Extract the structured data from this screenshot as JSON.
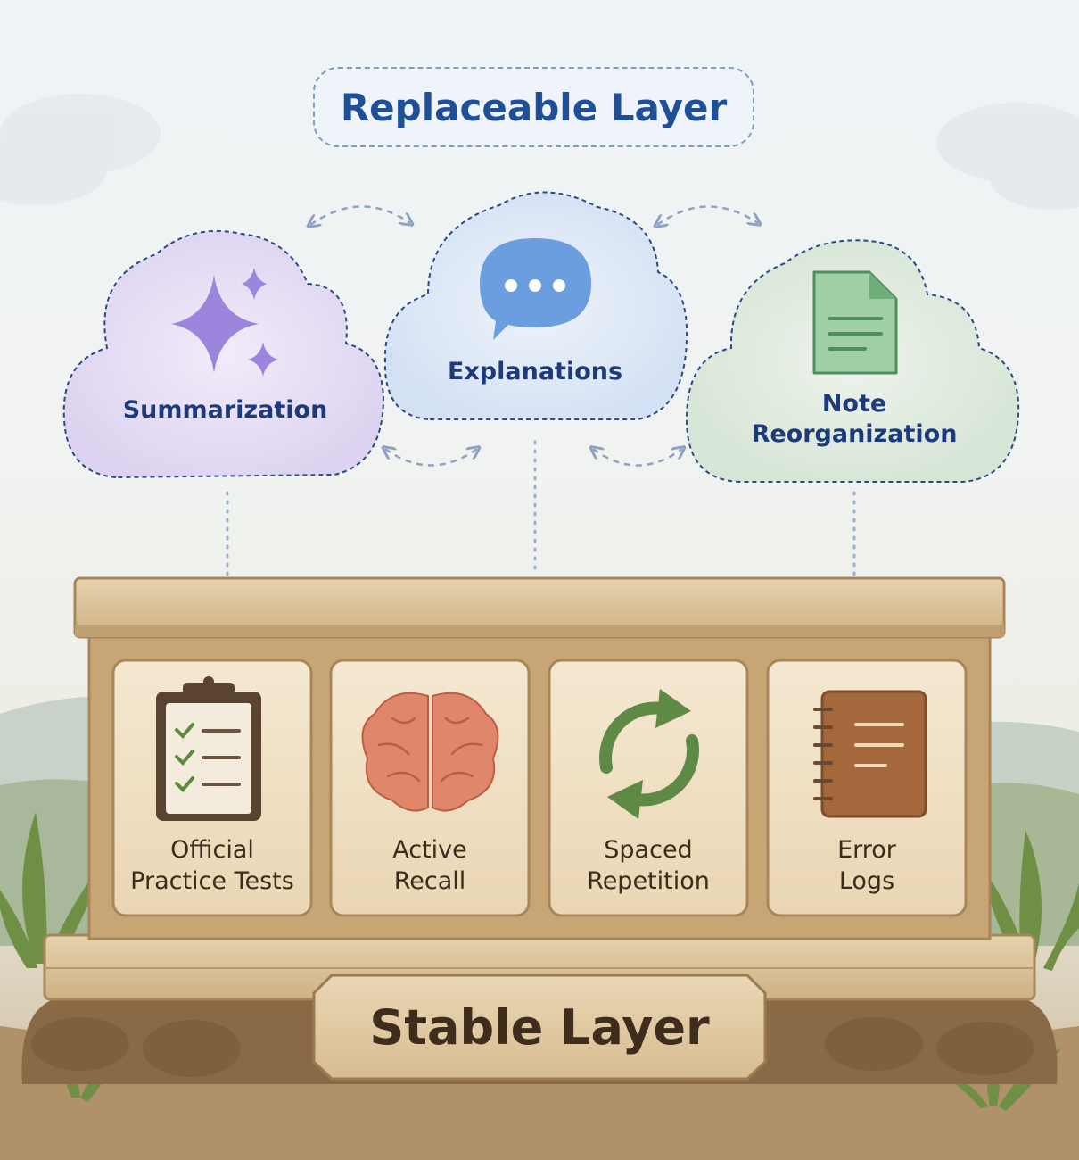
{
  "title": "Replaceable Layer",
  "replaceable_tools": [
    {
      "label": "Summarization",
      "icon": "sparkles-icon"
    },
    {
      "label": "Explanations",
      "icon": "chat-bubble-icon"
    },
    {
      "label": "Note Reorganization",
      "line1": "Note",
      "line2": "Reorganization",
      "icon": "document-icon"
    }
  ],
  "stable_practices": [
    {
      "label": "Official Practice Tests",
      "line1": "Official",
      "line2": "Practice Tests",
      "icon": "clipboard-checklist-icon"
    },
    {
      "label": "Active Recall",
      "line1": "Active",
      "line2": "Recall",
      "icon": "brain-icon"
    },
    {
      "label": "Spaced Repetition",
      "line1": "Spaced",
      "line2": "Repetition",
      "icon": "cycle-arrows-icon"
    },
    {
      "label": "Error Logs",
      "line1": "Error",
      "line2": "Logs",
      "icon": "notebook-icon"
    }
  ],
  "foundation_label": "Stable Layer",
  "colors": {
    "title": "#1f4f96",
    "cloud_label": "#1d3a7a",
    "summarization_cloud": "#e2daf2",
    "explanations_cloud": "#dbe6f5",
    "note_cloud": "#e1ebe1",
    "stone": "#dcc49c",
    "stone_dark": "#b08a5c",
    "text_dark": "#3c2c1b"
  }
}
